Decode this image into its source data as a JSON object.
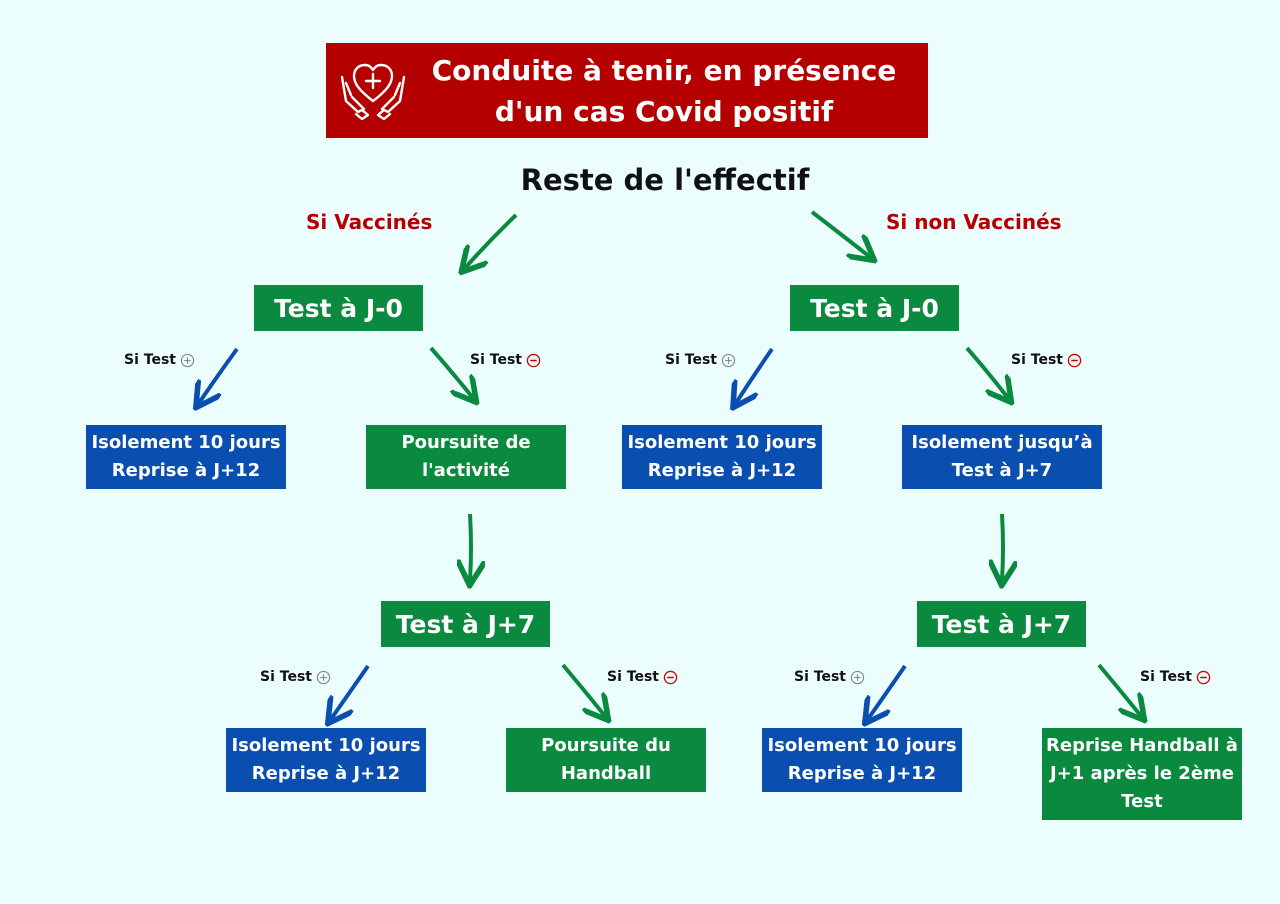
{
  "title": {
    "text": "Conduite à tenir, en présence d'un cas Covid positif",
    "icon": "heart-hands-icon"
  },
  "subtitle": "Reste de l'effectif",
  "branches": {
    "vaccinated_label": "Si Vaccinés",
    "unvaccinated_label": "Si non Vaccinés"
  },
  "test_labels": {
    "positive": "Si Test",
    "negative": "Si Test",
    "positive_icon": "plus-circle-icon",
    "negative_icon": "minus-circle-icon"
  },
  "left": {
    "test_j0": "Test à J-0",
    "pos_result": "Isolement 10 jours Reprise à J+12",
    "neg_result": "Poursuite de l'activité",
    "test_j7": "Test à J+7",
    "j7_pos_result": "Isolement 10 jours Reprise à J+12",
    "j7_neg_result": "Poursuite du Handball"
  },
  "right": {
    "test_j0": "Test à J-0",
    "pos_result": "Isolement 10 jours Reprise à J+12",
    "neg_result": "Isolement jusqu’à Test à J+7",
    "test_j7": "Test à J+7",
    "j7_pos_result": "Isolement 10 jours Reprise à J+12",
    "j7_neg_result": "Reprise Handball à J+1 après le 2ème Test"
  },
  "colors": {
    "title_bg": "#b40000",
    "branch_label": "#b40000",
    "test_box": "#0a8a3e",
    "blue_box": "#0a4fb0",
    "green_arrow": "#0a8a3e",
    "blue_arrow": "#0a4fb0",
    "background": "#ecfdfe"
  }
}
